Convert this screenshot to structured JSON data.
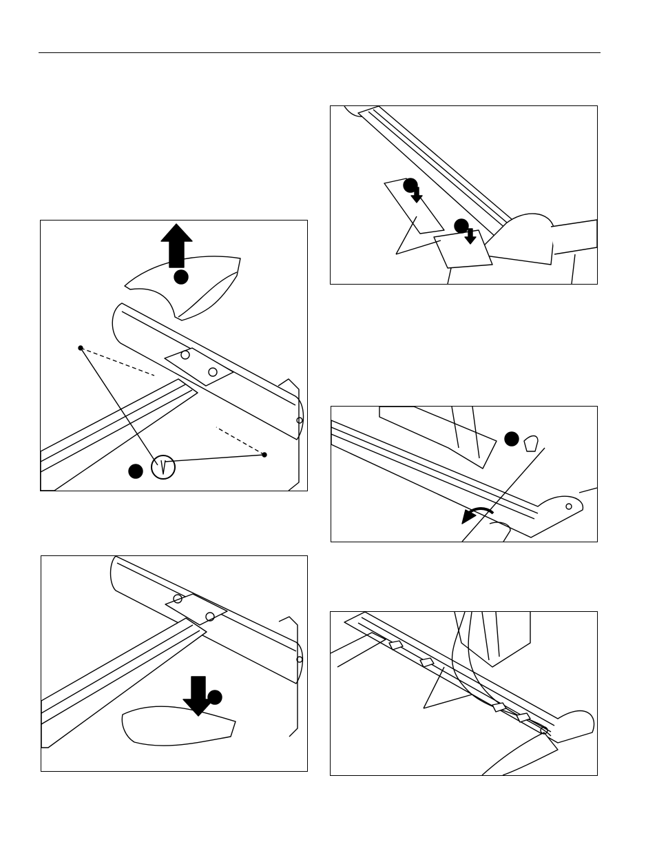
{
  "page": {
    "header_rule": true,
    "figures": [
      {
        "id": "remove-top-cover",
        "icons": [
          "up-arrow-icon",
          "screwdriver-rotate-icon"
        ],
        "callouts": 2
      },
      {
        "id": "install-bottom-cover",
        "icons": [
          "down-arrow-icon"
        ],
        "callouts": 1
      },
      {
        "id": "insert-slides",
        "icons": [
          "down-arrow-icon"
        ],
        "callouts": 2
      },
      {
        "id": "hand-clip",
        "icons": [
          "hand-icon",
          "rotate-arrow-icon"
        ],
        "callouts": 1
      },
      {
        "id": "cable-routing",
        "icons": [],
        "callouts": 0
      }
    ]
  }
}
